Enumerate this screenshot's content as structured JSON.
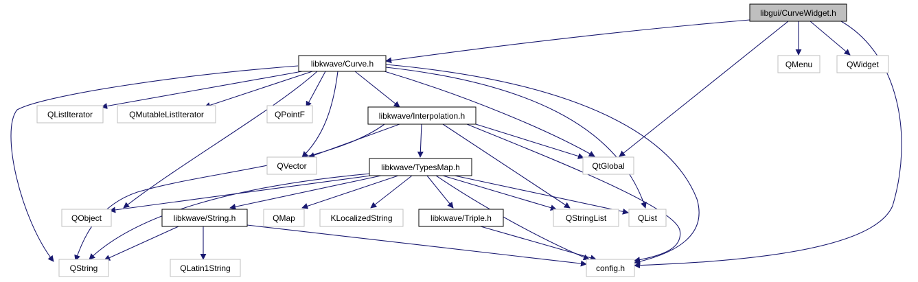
{
  "graph": {
    "nodes": {
      "curvewidget": "libgui/CurveWidget.h",
      "curve": "libkwave/Curve.h",
      "qmenu": "QMenu",
      "qwidget": "QWidget",
      "qlistiterator": "QListIterator",
      "qmutablelistiterator": "QMutableListIterator",
      "qpointf": "QPointF",
      "interpolation": "libkwave/Interpolation.h",
      "qvector": "QVector",
      "qtglobal": "QtGlobal",
      "typesmap": "libkwave/TypesMap.h",
      "qobject": "QObject",
      "string": "libkwave/String.h",
      "qmap": "QMap",
      "klocalizedstring": "KLocalizedString",
      "triple": "libkwave/Triple.h",
      "qstringlist": "QStringList",
      "qlist": "QList",
      "qstring": "QString",
      "qlatin1string": "QLatin1String",
      "config": "config.h"
    },
    "colors": {
      "edge": "#191970",
      "node_border_included": "#000000",
      "node_border_external": "#bfbfbf",
      "root_fill": "#bfbfbf",
      "node_fill": "#ffffff"
    }
  }
}
